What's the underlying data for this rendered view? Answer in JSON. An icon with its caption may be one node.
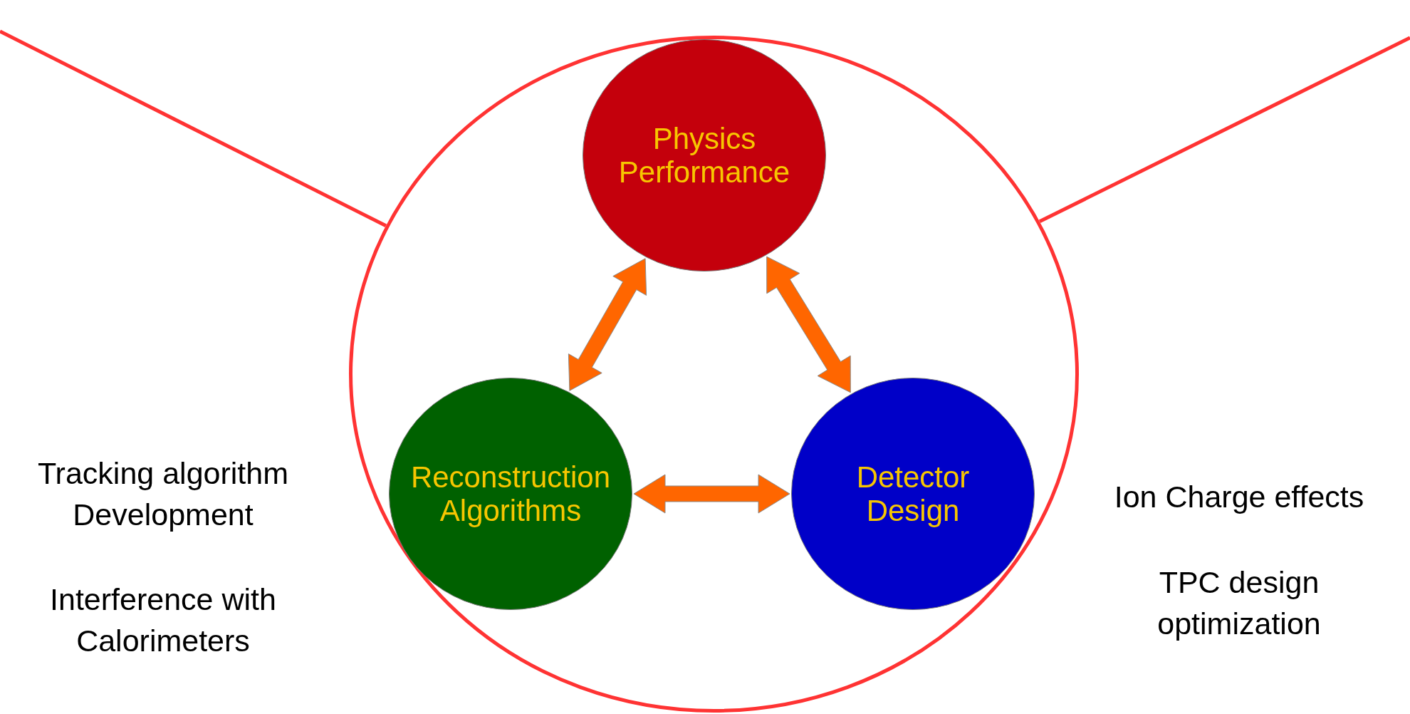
{
  "diagram": {
    "nodes": [
      {
        "text": [],
        "shape": "circle"
      },
      {
        "text": [
          "Physics Performance"
        ],
        "in": 0
      },
      {
        "text": [
          "Reconstruction Algorithms"
        ],
        "in": 0
      },
      {
        "text": [
          "Detector Design"
        ],
        "in": 0
      }
    ],
    "edges": [
      {
        "from": 1,
        "to": 2,
        "arrow": "both",
        "style": "thick"
      },
      {
        "from": 1,
        "to": 3,
        "arrow": "both",
        "style": "thick"
      },
      {
        "from": 2,
        "to": 3,
        "arrow": "both",
        "style": "thick"
      },
      {
        "from": null,
        "to": 0,
        "arrow": "none",
        "color": "#ff3333"
      },
      {
        "from": null,
        "to": 0,
        "arrow": "none",
        "color": "#ff3333"
      }
    ],
    "labels": [
      "Tracking algorithm Development",
      "Interference with Calorimeters",
      "Ion Charge effects",
      "TPC design optimization"
    ]
  }
}
